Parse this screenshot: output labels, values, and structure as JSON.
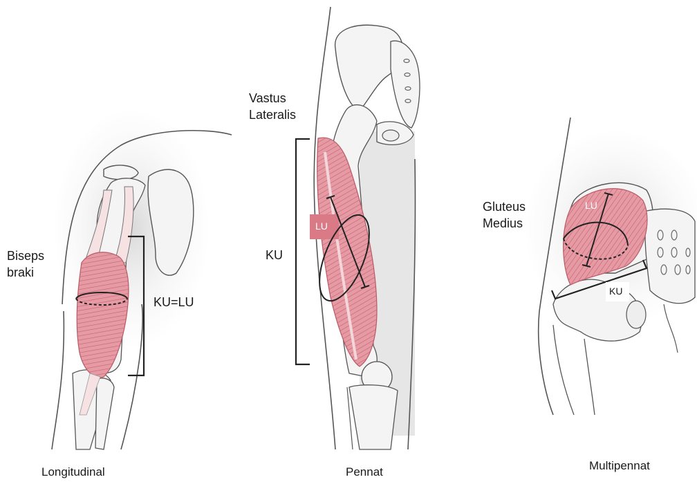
{
  "figures": [
    {
      "muscle_line1": "Biseps",
      "muscle_line2": "braki",
      "measure_label": "KU=LU",
      "caption": "Longitudinal"
    },
    {
      "muscle_line1": "Vastus",
      "muscle_line2": "Lateralis",
      "ku_label": "KU",
      "lu_label": "LU",
      "caption": "Pennat"
    },
    {
      "muscle_line1": "Gluteus",
      "muscle_line2": "Medius",
      "ku_label": "KU",
      "lu_label": "LU",
      "caption": "Multipennat"
    }
  ],
  "colors": {
    "muscle": "#d97a86",
    "muscle_dark": "#b94d5c",
    "bone": "#f4f4f4",
    "outline": "#555555",
    "shade": "#e2e2e2"
  }
}
